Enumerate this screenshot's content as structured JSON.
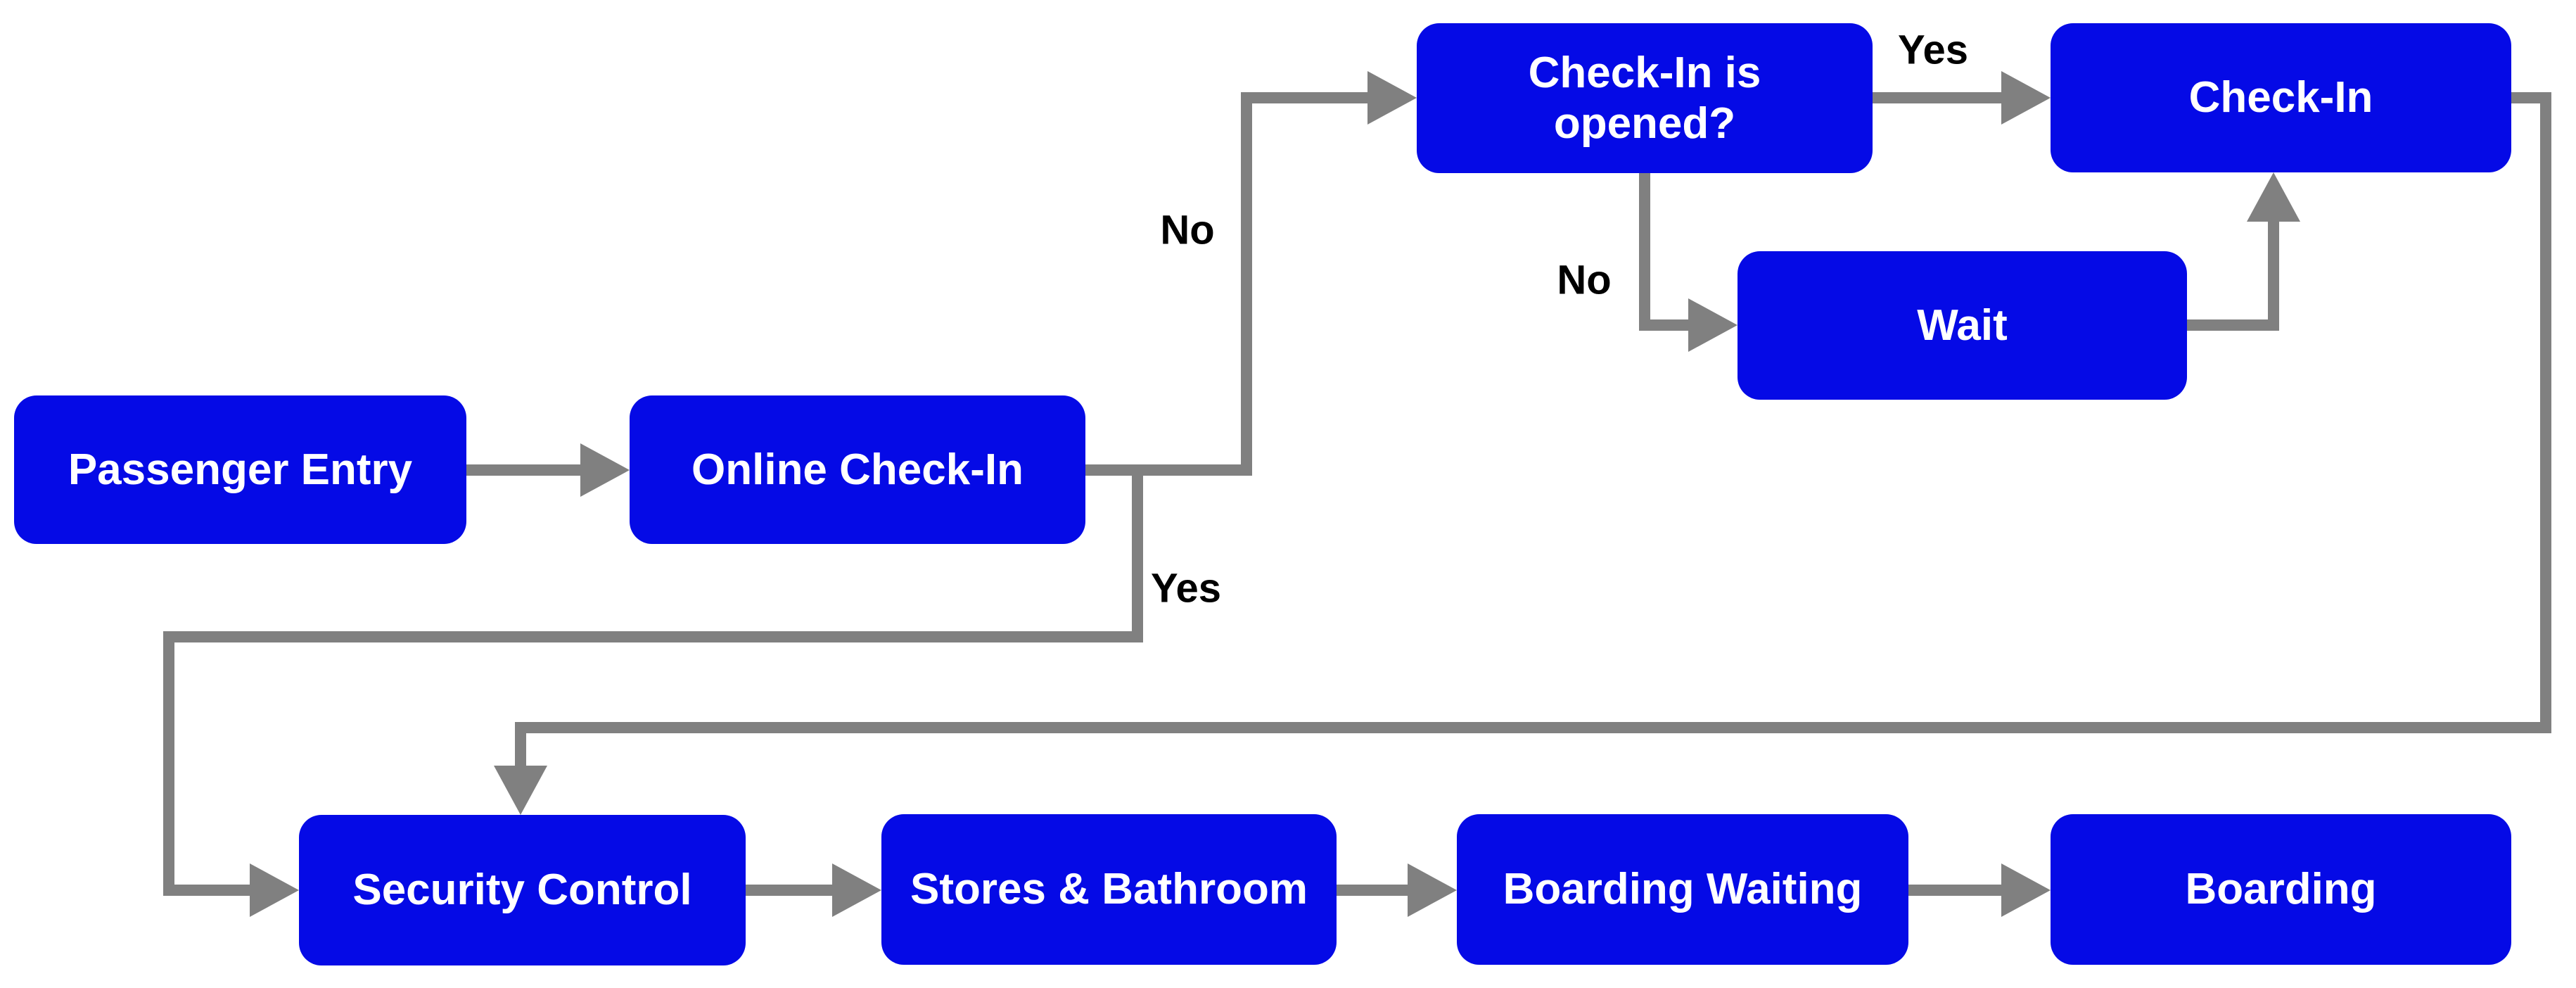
{
  "diagram": {
    "type": "flowchart",
    "colors": {
      "node_fill": "#050AE6",
      "node_text": "#FFFFFF",
      "connector": "#808080",
      "edge_label_text": "#000000",
      "background": "#FFFFFF"
    },
    "nodes": {
      "passenger_entry": {
        "label": "Passenger Entry"
      },
      "online_checkin": {
        "label": "Online Check-In"
      },
      "checkin_opened": {
        "label": "Check-In is opened?"
      },
      "checkin": {
        "label": "Check-In"
      },
      "wait": {
        "label": "Wait"
      },
      "security_control": {
        "label": "Security Control"
      },
      "stores_bathroom": {
        "label": "Stores & Bathroom"
      },
      "boarding_waiting": {
        "label": "Boarding Waiting"
      },
      "boarding": {
        "label": "Boarding"
      }
    },
    "edge_labels": {
      "no_top": {
        "text": "No"
      },
      "yes_top": {
        "text": "Yes"
      },
      "no_mid": {
        "text": "No"
      },
      "yes_bottom": {
        "text": "Yes"
      }
    },
    "edges": [
      {
        "from": "Passenger Entry",
        "to": "Online Check-In",
        "label": ""
      },
      {
        "from": "Online Check-In",
        "to": "Check-In is opened?",
        "label": "No"
      },
      {
        "from": "Online Check-In",
        "to": "Security Control",
        "label": "Yes"
      },
      {
        "from": "Check-In is opened?",
        "to": "Check-In",
        "label": "Yes"
      },
      {
        "from": "Check-In is opened?",
        "to": "Wait",
        "label": "No"
      },
      {
        "from": "Wait",
        "to": "Check-In",
        "label": ""
      },
      {
        "from": "Check-In",
        "to": "Security Control",
        "label": ""
      },
      {
        "from": "Security Control",
        "to": "Stores & Bathroom",
        "label": ""
      },
      {
        "from": "Stores & Bathroom",
        "to": "Boarding Waiting",
        "label": ""
      },
      {
        "from": "Boarding Waiting",
        "to": "Boarding",
        "label": ""
      }
    ]
  }
}
